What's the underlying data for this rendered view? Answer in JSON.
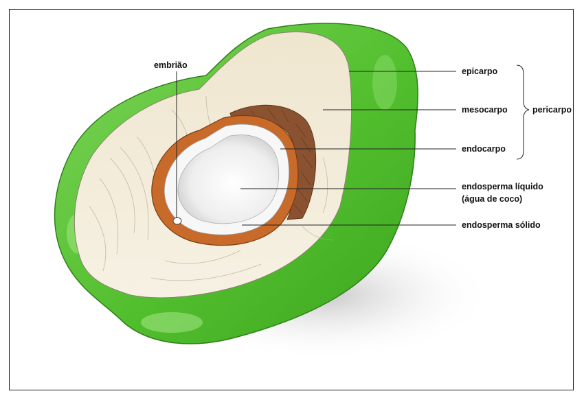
{
  "labels": {
    "embriao": "embrião",
    "epicarpo": "epicarpo",
    "mesocarpo": "mesocarpo",
    "endocarpo": "endocarpo",
    "pericarpo": "pericarpo",
    "endosperma_liquido_1": "endosperma líquido",
    "endosperma_liquido_2": "(água de coco)",
    "endosperma_solido": "endosperma sólido"
  },
  "colors": {
    "epicarp_green": "#5ec53a",
    "mesocarp_cream": "#f1ead6",
    "endocarp_brown": "#c76a2a",
    "husk_fiber_brown": "#8a5230",
    "endosperm_white": "#f4f4f4",
    "leader_line": "#222222"
  }
}
